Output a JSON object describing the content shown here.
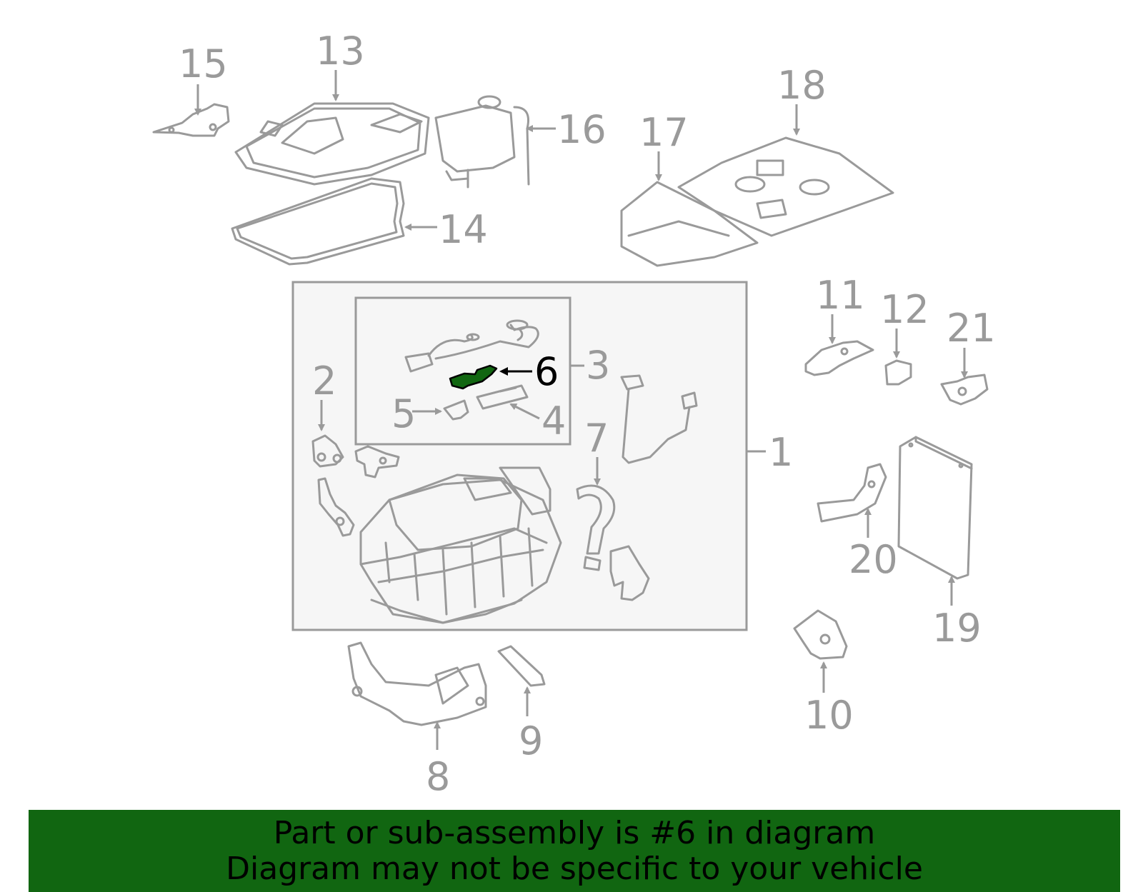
{
  "diagram": {
    "callouts": [
      "1",
      "2",
      "3",
      "4",
      "5",
      "6",
      "7",
      "8",
      "9",
      "10",
      "11",
      "12",
      "13",
      "14",
      "15",
      "16",
      "17",
      "18",
      "19",
      "20",
      "21"
    ],
    "highlighted_part": "6",
    "highlight_color": "#116611",
    "line_color": "#9a9a9a",
    "assembly_box_fill": "#f6f6f6"
  },
  "banner": {
    "line1": "Part or sub-assembly is #6 in diagram",
    "line2": "Diagram may not be specific to your vehicle",
    "background": "#116611"
  }
}
